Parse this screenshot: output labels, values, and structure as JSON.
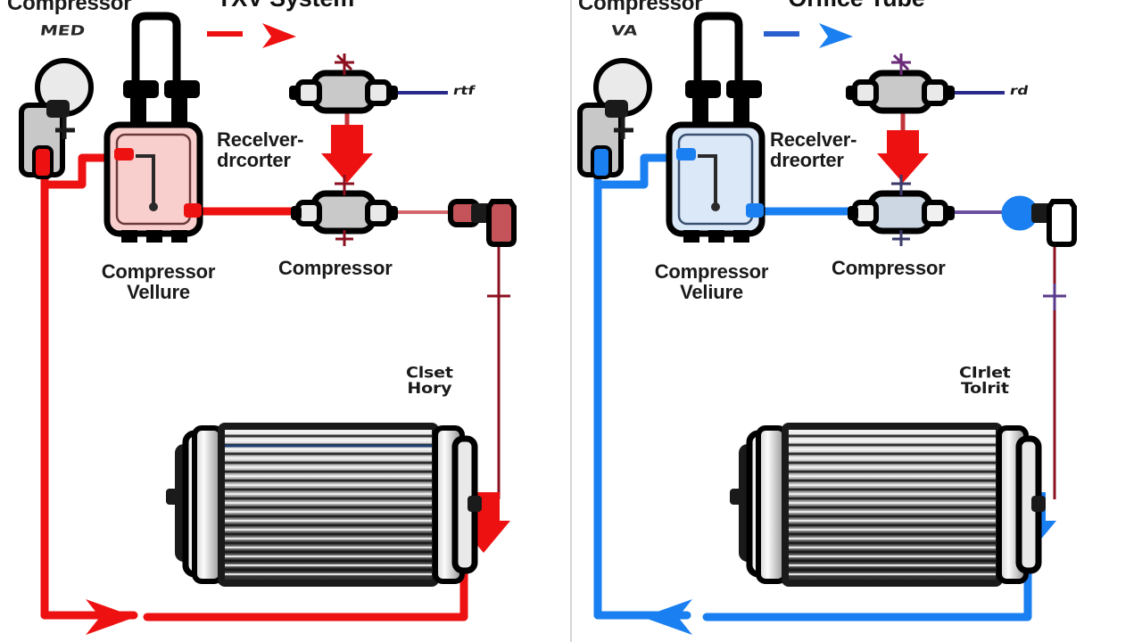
{
  "document": {
    "kind": "automotive-ac-system-comparison-diagram",
    "background_color": "#ffffff",
    "panel_count": 2
  },
  "panels": [
    {
      "id": "txv",
      "title": "TXV System",
      "accent_color": "#ee1111",
      "legend": {
        "swatch_color": "#ee1111",
        "arrow_color": "#ee1111"
      },
      "labels": {
        "compressor_top": "Compressor",
        "compressor_top_sub": "MED",
        "receiver_drier": "Recelver-\ndrcorter",
        "compressor_valve": "Compressor\nVellure",
        "compressor_mid": "Compressor",
        "closet_note": "Clset\nHory",
        "valve_tag": "rtf"
      },
      "components": [
        {
          "name": "compressor",
          "fill": "#d4d4d4"
        },
        {
          "name": "receiver-drier",
          "fill": "#f9cfce"
        },
        {
          "name": "expansion-valve-upper",
          "fill": "#c9c9c9"
        },
        {
          "name": "expansion-valve-lower",
          "fill": "#c9c9c9"
        },
        {
          "name": "accumulator-bottle",
          "fill": "#c4545a"
        },
        {
          "name": "evaporator-core",
          "fill": "#b8b8b8"
        }
      ]
    },
    {
      "id": "orifice",
      "title": "Orifice Tube",
      "accent_color": "#1a7ff0",
      "legend": {
        "swatch_color": "#2a5fd0",
        "arrow_color": "#1a7ff0"
      },
      "labels": {
        "compressor_top": "Compressor",
        "compressor_top_sub": "VA",
        "receiver_drier": "Recelver-\ndreorter",
        "compressor_valve": "Compressor\nVeliure",
        "compressor_mid": "Compressor",
        "closet_note": "CIrlet\nTolrit",
        "valve_tag": "rd"
      },
      "components": [
        {
          "name": "compressor",
          "fill": "#d4d4d4"
        },
        {
          "name": "receiver-drier",
          "fill": "#dbe8f8"
        },
        {
          "name": "expansion-valve-upper",
          "fill": "#c9c9c9"
        },
        {
          "name": "orifice-tube",
          "fill": "#cdd7e4"
        },
        {
          "name": "accumulator-bottle",
          "fill": "#ffffff"
        },
        {
          "name": "evaporator-core",
          "fill": "#b8b8b8"
        }
      ]
    }
  ],
  "colors": {
    "red_line": "#ee1111",
    "blue_line": "#1a7ff0",
    "dark_red_line": "#8b1020",
    "navy_line": "#2a2a8a",
    "outline": "#000000",
    "text": "#1a1a1a",
    "divider": "#d8d8d8"
  }
}
